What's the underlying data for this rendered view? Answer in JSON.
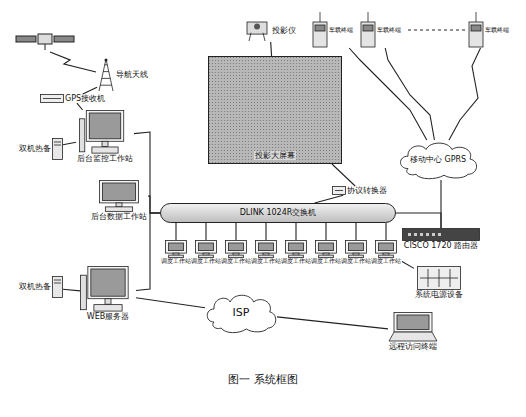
{
  "diagram": {
    "caption": "图一 系统框图",
    "nodes": [
      {
        "text": [
          "导航天线"
        ]
      },
      {
        "text": [
          "GPS接收机"
        ]
      },
      {
        "text": [
          "双机热备"
        ]
      },
      {
        "text": [
          "后台监控工作站"
        ]
      },
      {
        "text": [
          "后台数据工作站"
        ]
      },
      {
        "text": [
          "双机热备"
        ]
      },
      {
        "text": [
          "WEB服务器"
        ]
      },
      {
        "text": [
          "投影仪"
        ]
      },
      {
        "text": [
          "投影大屏幕"
        ]
      },
      {
        "text": [
          "协议转换器"
        ]
      },
      {
        "text": [
          "DLINK 1024R交换机"
        ]
      },
      {
        "text": [
          "CISCO 1720 路由器"
        ]
      },
      {
        "text": [
          "移动中心 GPRS"
        ]
      },
      {
        "text": [
          "车载终端"
        ]
      },
      {
        "text": [
          "车载终端"
        ]
      },
      {
        "text": [
          "车载终端"
        ]
      },
      {
        "text": [
          "调度工作站"
        ]
      },
      {
        "text": [
          "调度工作站"
        ]
      },
      {
        "text": [
          "调度工作站"
        ]
      },
      {
        "text": [
          "调度工作站"
        ]
      },
      {
        "text": [
          "调度工作站"
        ]
      },
      {
        "text": [
          "调度工作站"
        ]
      },
      {
        "text": [
          "调度工作站"
        ]
      },
      {
        "text": [
          "调度工作站"
        ]
      },
      {
        "text": [
          "系统电源设备"
        ]
      },
      {
        "text": [
          "ISP"
        ]
      },
      {
        "text": [
          "远程访问终端"
        ]
      }
    ],
    "edges": [
      {
        "from": 0,
        "to": 1,
        "arrow": "none"
      },
      {
        "from": 1,
        "to": 3,
        "arrow": "none"
      },
      {
        "from": 2,
        "to": 3,
        "arrow": "none"
      },
      {
        "from": 3,
        "to": 10,
        "arrow": "none"
      },
      {
        "from": 4,
        "to": 10,
        "arrow": "none"
      },
      {
        "from": 5,
        "to": 6,
        "arrow": "none"
      },
      {
        "from": 6,
        "to": 10,
        "arrow": "none"
      },
      {
        "from": 7,
        "to": 8,
        "arrow": "none"
      },
      {
        "from": 8,
        "to": 9,
        "arrow": "none"
      },
      {
        "from": 9,
        "to": 10,
        "arrow": "none"
      },
      {
        "from": 10,
        "to": 11,
        "arrow": "none"
      },
      {
        "from": 11,
        "to": 12,
        "arrow": "none"
      },
      {
        "from": 12,
        "to": 13,
        "arrow": "none"
      },
      {
        "from": 12,
        "to": 14,
        "arrow": "none"
      },
      {
        "from": 12,
        "to": 15,
        "arrow": "none"
      },
      {
        "from": 10,
        "to": 16,
        "arrow": "none"
      },
      {
        "from": 10,
        "to": 17,
        "arrow": "none"
      },
      {
        "from": 10,
        "to": 18,
        "arrow": "none"
      },
      {
        "from": 10,
        "to": 19,
        "arrow": "none"
      },
      {
        "from": 10,
        "to": 20,
        "arrow": "none"
      },
      {
        "from": 10,
        "to": 21,
        "arrow": "none"
      },
      {
        "from": 10,
        "to": 22,
        "arrow": "none"
      },
      {
        "from": 10,
        "to": 23,
        "arrow": "none"
      },
      {
        "from": 23,
        "to": 24,
        "arrow": "none"
      },
      {
        "from": 6,
        "to": 25,
        "arrow": "none"
      },
      {
        "from": 25,
        "to": 26,
        "arrow": "none"
      }
    ]
  }
}
